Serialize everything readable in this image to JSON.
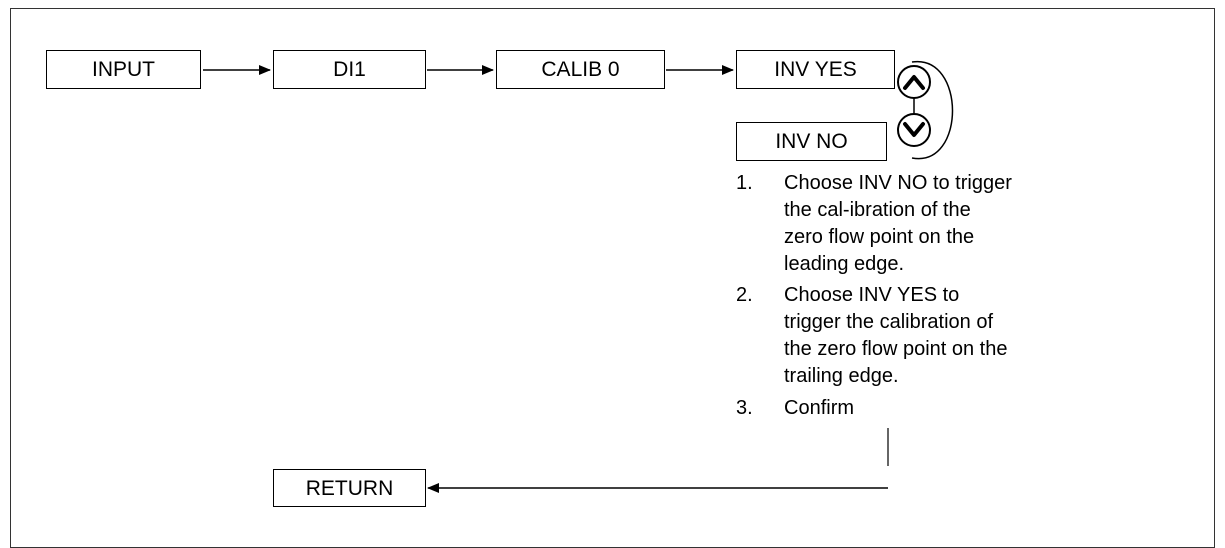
{
  "flow": {
    "input": "INPUT",
    "di1": "DI1",
    "calib": "CALIB 0",
    "inv_yes": "INV YES",
    "inv_no": "INV NO",
    "return": "RETURN"
  },
  "icons": {
    "up": "chevron-up-icon",
    "down": "chevron-down-icon"
  },
  "steps": [
    {
      "num": "1.",
      "text": "Choose INV NO to trigger the cal-ibration of the zero flow point on the leading edge."
    },
    {
      "num": "2.",
      "text": "Choose INV YES to trigger the calibration of the zero flow point on the trailing edge."
    },
    {
      "num": "3.",
      "text": "Confirm"
    }
  ],
  "colors": {
    "line": "#000000",
    "background": "#ffffff"
  }
}
